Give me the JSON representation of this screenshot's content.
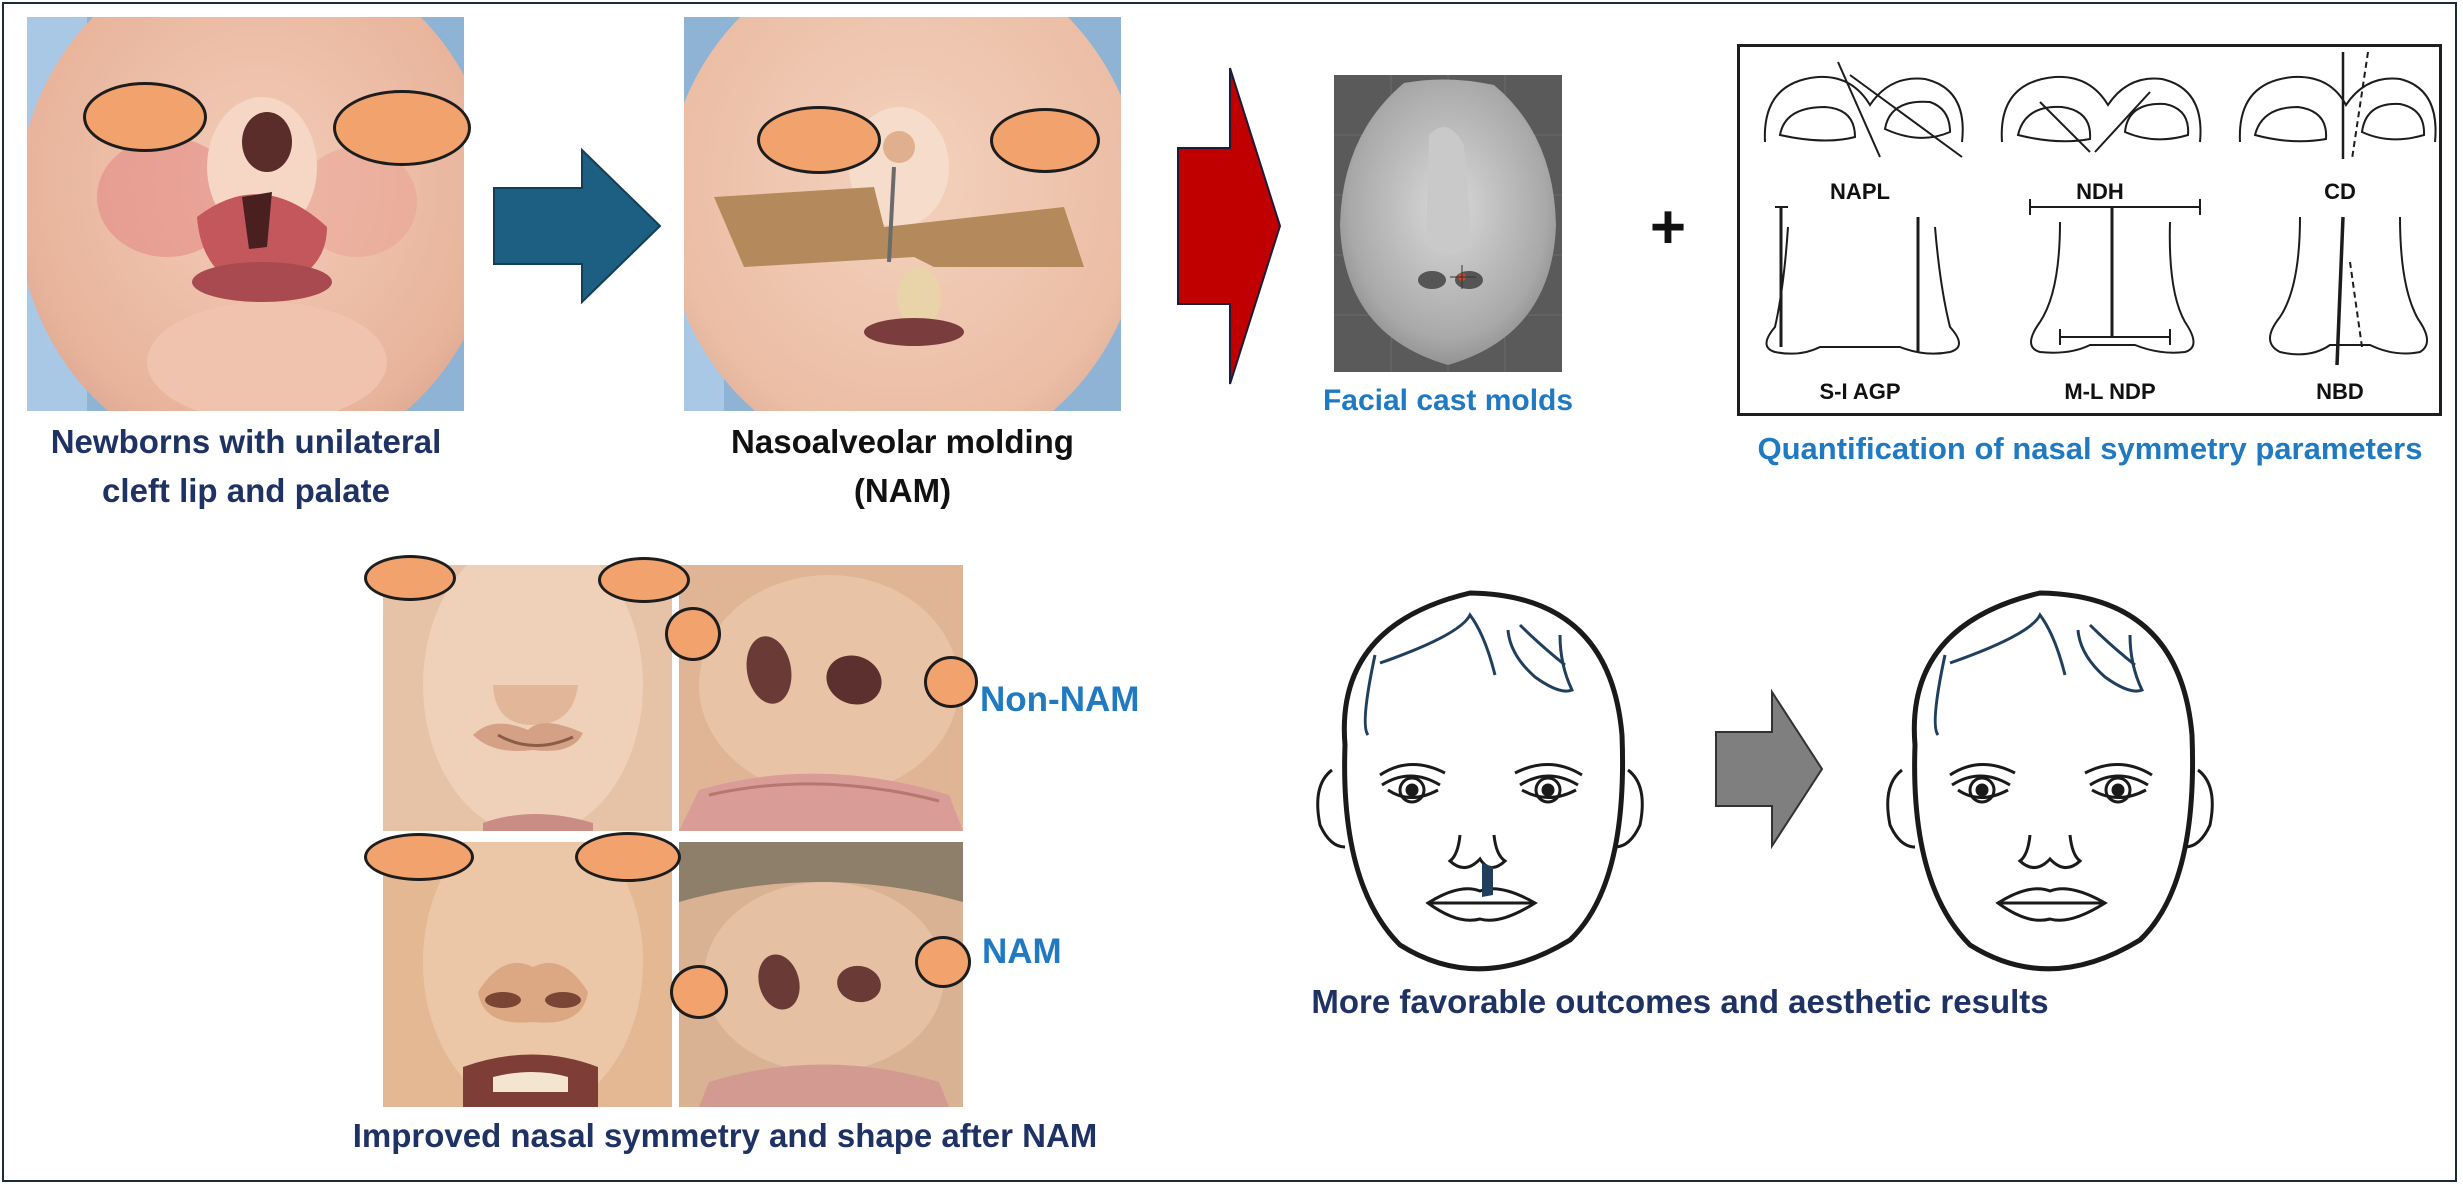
{
  "step1": {
    "caption": [
      "Newborns with unilateral",
      "cleft lip and palate"
    ]
  },
  "step2": {
    "caption": [
      "Nasoalveolar molding",
      "(NAM)"
    ]
  },
  "step3": {
    "caption": "Facial cast molds"
  },
  "plus_sign": "+",
  "step4": {
    "caption": "Quantification of nasal symmetry parameters",
    "parameters": [
      "NAPL",
      "NDH",
      "CD",
      "S-I AGP",
      "M-L NDP",
      "NBD"
    ]
  },
  "comparison": {
    "non_nam_label": "Non-NAM",
    "nam_label": "NAM",
    "caption": "Improved nasal symmetry and shape after NAM"
  },
  "outcome": {
    "caption": "More favorable outcomes and aesthetic results"
  },
  "colors": {
    "arrow_teal": "#1c5f82",
    "arrow_red": "#c00000",
    "arrow_gray": "#7f7f7f",
    "privacy_mask": "#f1a26d",
    "caption_navy": "#1f3264",
    "caption_blue": "#1f7ac2"
  }
}
